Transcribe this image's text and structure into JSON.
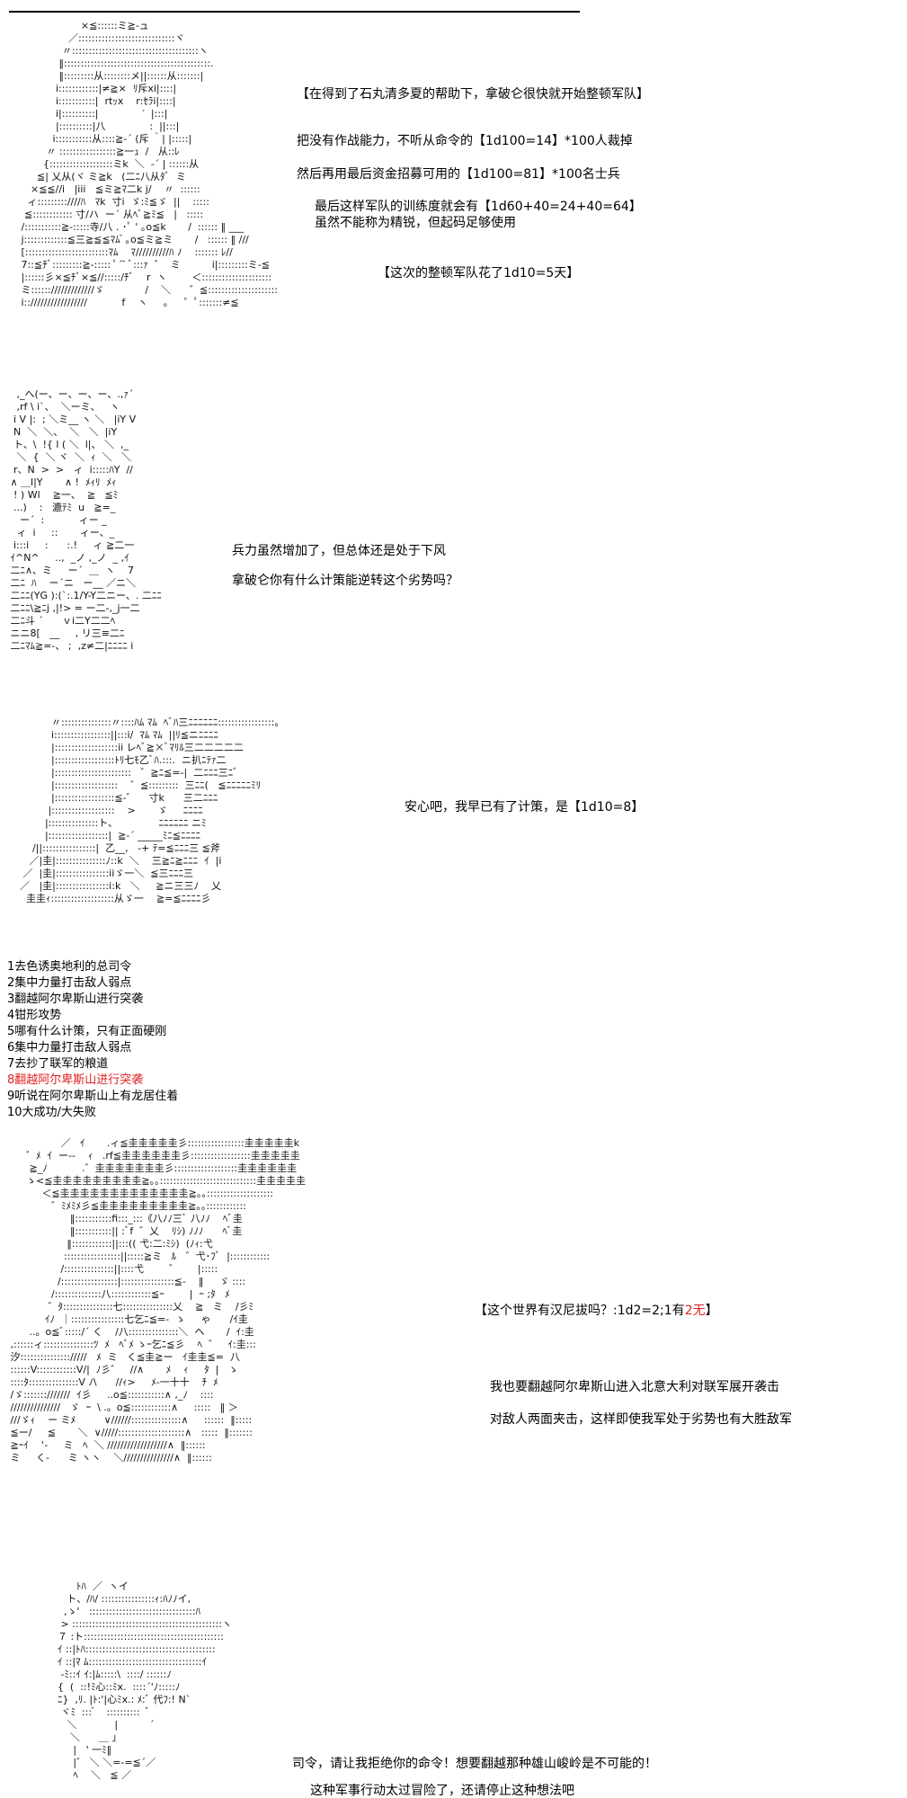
{
  "panel1": {
    "art": "                    ×≦::::::ミ≧-ュ\n                ／:::::::::::::::::::::::::::::ヾ\n              〃::::::::::::::::::::::::::::::::::::::ヽ\n             ‖::::::::::::::::::::::::::::::::::::::::::::.\n             ‖:::::::::从::::::::メ||::::::从:::::::|\n            i::::::::::::|≠≧×  ﾘ斥xi|::::|\n            i:::::::::::|  rtｯx    r:ｾﾗi|::::|\n            i|::::::::::|              ′  |:::|\n            |::::::::::|八              :  ||:::|\n           i:::::::::::从::::≧-´ (斥 ｀| |:::::|\n         〃 :::::::::::::::::≧一ｭ  /   从::ﾚ\n        {:::::::::::::::::::ミk  ＼  ‐´ | ::::::从\n      ≦| 乂从(ヾ ミ≧k   (二ﾆ八从ﾀﾞ  ミ\n    ×≦≦//i   |iii   ≦ミ≧ﾏ二k j/    〃  ::::::\n   ィ:::::::::////ﾊ   ﾏk  寸i  ゞ:ﾐ≦ゞ  ||    :::::\n  ≦:::::::::::: 寸/ハ  ー´ 从ﾍﾞ≧ﾐ≦   |   :::::\n /:::::::::::≧-:::::寺/八 . ･ﾟ ' ｡o≦k       /  :::::: ‖ ___\n j:::::::::::::≦三≧≦≦ﾏﾑ ゙ ｡o≦ミ≧ミ       /   :::::: ‖ ///\n [:::::::::::::::::::::::::ﾏﾑ    ﾏ//////////ﾊ ﾉ    ::::::: ﾚ//\n 7::≦ﾁﾞ:::::::::≧-::::: ﾟ´ ̄ ﾞ:::ｧ  ゛  ミ          i|:::::::::ミ-≦\n |::::::彡×≦ﾁﾞ×≦//:::::/ﾁﾞ    r  ヽ        ＜:::::::::::::::::::::\n ミ:::::://///////////ゞ             /    ＼      ゛≦:::::::::::::::::::::\n i:://///////////////           f    ヽ     ｡     ゜ﾟ:::::::≠≦",
    "lines": [
      "【在得到了石丸清多夏的帮助下，拿破仑很快就开始整顿军队】",
      "把没有作战能力，不听从命令的【1d100=14】*100人裁掉",
      "然后再用最后资金招募可用的【1d100=81】*100名士兵",
      "最后这样军队的训练度就会有【1d60+40=24+40=64】",
      "虽然不能称为精锐，但起码足够使用",
      "【这次的整顿军队花了1d10=5天】"
    ]
  },
  "panel2": {
    "art": "   ,_へ(ー、ー、ー、ー、.,ｧ´\n   ,rf \\ i`、  ＼ーミ、   ヽ\n  i V |:  ; ＼ミ__ ヽ ＼   |iY V\n  N  ＼  ＼、  ＼   ＼  |iY\n  ト、\\  !{ l ( ＼  l|、 ＼  ,_\n   ＼  {  ＼ ヾ  ＼  ｨ  ＼   ＼\n  r、N  >  >   ィ  i:::::ﾊY  //\n ∧ ＿l|Y       ∧ !  ﾒｨﾘ  ﾒｨ\n  ! ) Wl    ≧一、  ≧   ≦ﾐ\n  ...)    :   漉ﾃﾐ  u   ≧=_\n    ー´  :           ィー _\n   ィ  i     ::       ィー、_\n  i:::i     :      :.!     ィ ≧二一\n ｲ^N^     ..,  _ノ ,_ノ  _ ,ｲ\n 二ﾆ∧、ミ     ー´  ＿  ヽ    7\n 二ﾆ  ﾊ    ー´ニ   ー__ ／ニ＼\n 二ﾆﾆ(YG ):(`:.1/Y-Y二ニー、. 二ﾆﾆ\n 二ﾆﾆ\\≧ﾆj ,|!> = ー二-,_j一二\n 二ﾆ斗 ´      ｖi二Y二二ﾍ\n ニニ8[   __     , リ三≡二ﾆ\n 二ﾆﾏﾑ≧=-、 ;  ,z≠二|ﾆﾆﾆﾆ i",
    "lines": [
      "兵力虽然增加了，但总体还是处于下风",
      "拿破仑你有什么计策能逆转这个劣势吗？"
    ]
  },
  "panel3": {
    "art": "              〃:::::::::::::::〃::::ﾊﾑ ﾏﾑ  ﾍﾞﾊ三ﾆﾆﾆﾆﾆﾆ:::::::::::::::::。\n              i:::::::::::::::::||:::i/  ﾏﾑ ﾏﾑ  ||ﾘ≦ニﾆﾆﾆﾆ\n              |:::::::::::::::::::ii レﾍﾞ≧×ﾞﾏﾘﾙ三二二二二二\n              |::::::::::::::::::ﾄﾘ七ﾓ乙ﾞﾊ.:::.  ニ扒ﾆﾃｧ二\n              |:::::::::::::::::::::::   ゛≧ﾆ≦=-|  二ﾆﾆﾆ三ﾆﾞ\n              |:::::::::::::::::::    ゛≦:::::::::  三ﾆﾆ(   ≦ﾆﾆﾆﾆﾆﾐﾘ\n              |::::::::::::::::::≦-゛    寸k      三二ﾆﾆﾆ\n             |:::::::::::::::::::    >       ゞ     ﾆﾆﾆﾆ\n            |:::::::::::::::ト、             ﾆﾆﾆﾆﾆﾆ ニﾐ\n            |::::::::::::::::::|  ≧-´ _____ﾐﾆ≦ﾆﾆﾆﾆ\n        /||::::::::::::::::|  乙__,   -+ ﾃ=≦ﾆﾆﾆ三 ≦斧\n       ／|圭|:::::::::::::::ﾉ::k  ＼    三≧ﾆ≧ﾆﾆﾆ  ｲ  |i\n     ／  |圭|::::::::::::::::iiゞ一＼  ≦三ﾆﾆﾆ三  \n    ／   |圭|::::::::::::::::i:k   ＼     ≧ニ三三ﾉ    乂\n      圭圭ｨ:::::::::::::::::::从ゞ一    ≧=≦ﾆﾆﾆﾆ彡",
    "line": "安心吧，我早已有了计策，是【1d10=8】",
    "options": [
      "1去色诱奥地利的总司令",
      "2集中力量打击敌人弱点",
      "3翻越阿尔卑斯山进行突袭",
      "4钳形攻势",
      "5哪有什么计策，只有正面硬刚",
      "6集中力量打击敌人弱点",
      "7去抄了联军的粮道",
      "8翻越阿尔卑斯山进行突袭",
      "9听说在阿尔卑斯山上有龙居住着",
      "10大成功/大失败"
    ],
    "highlight_index": 7
  },
  "panel4": {
    "art": "                 ／   ｲ       .ィ≦圭圭圭圭圭彡:::::::::::::::::圭圭圭圭圭k\n      ゛ﾒ  ｲ  ー‐‐    ｨ   .rf≦圭圭圭圭圭圭彡::::::::::::::::::圭圭圭圭圭\n       ≧_ﾉ           .゛圭圭圭圭圭圭圭彡:::::::::::::::::::圭圭圭圭圭圭\n      ゝ<≦圭圭圭圭圭圭圭圭圭≧｡｡:::::::::::::::::::::::::::::圭圭圭圭圭\n           ＜≦圭圭圭圭圭圭圭圭圭圭圭圭圭≧｡｡::::::::::::::::::::\n              ゛ﾐﾒﾐﾒ彡≦圭圭圭圭圭圭圭圭圭≧｡｡::::::::::::\n                    ‖:::::::::::fi:::_:::《八ﾉﾉ三ﾞ 八ﾉﾉ    ﾍﾞ圭\n                    ‖:::::::::::|| :ﾞf  ゛乂    ﾘｼ) ﾉﾉﾉ      ﾍﾞ圭\n                   ‖::::::::::::||:::(( 弋:二:ﾐｼ)  (ﾉｨ:弋\n                  :::::::::::::::::||:::::≧ミ   ﾙ   ゛弋･ﾌﾞ  |::::::::::::\n                 /:::::::::::::::||::::弋        ゛      |:::::\n                /:::::::::::::::::|::::::::::::::::≦-    ‖     ゞ ::::\n              /::::::::::::::八::::::::::::≦ｰ        |  ｰ ;ﾀ   ﾒ\n             ゛ﾀ:::::::::::::::七:::::::::::::::乂    ≧   ミ    /彡ﾐ\n            ｲﾉ  ｜::::::::::::::::七乞ﾆ≦=‐  ゝ     ゃ      /ｲ圭\n       ..。o≦ﾞ:::::/´ く    /八:::::::::::::::＼  ヘ       /  ｲ:圭\n ,::::::ィ:::::::::::::::ﾂ  ﾒ   ﾍﾞﾒ ゝｰ乞ﾆ≦彡    ﾍ  ゛   ｲ:圭:::\n 汐::::::::::::::://///   ﾒ  ミ   く≦圭≧ー   ｲ圭圭≦=  八\n ::::::V::::::::::::V/|  ﾉ彡゛   //∧       ﾒ    ｨ     ﾀ  |   ゝ\n ::::ﾀ:::::::::::::::V ﾉ\\      //ｨ>     ﾒ-一十十    ﾁ  ﾒ\n /ゞ:::::::///////  ｲ彡     ..o≦:::::::::::∧ ,_ﾉ    ::::\n ///////////////   ゞ  ｰ  \\ .。o≦::::::::::::∧     :::::   ‖ ＞\n ///ゞｨ    ー ミﾒ         ∨//////:::::::::::::::∧     ::::::  ‖:::::\n ≦ー/     ≦       ＼  ∨/////::::::::::::::::::::∧   :::::  ‖:::::::\n ≧ｰｲ    ‘‐     ミ   ﾍ  ＼ //////////////////∧  ‖::::::\n ミ     く-      ミ ヽヽ    ＼///////////////∧  ‖::::::",
    "lines": [
      "我也要翻越阿尔卑斯山进入北意大利对联军展开袭击",
      "对敌人两面夹击，这样即使我军处于劣势也有大胜敌军"
    ],
    "question_prefix": "【这个世界有汉尼拔吗？:1d2=2;1有",
    "question_red": "2无",
    "question_suffix": "】"
  },
  "panel5": {
    "art": "                      ﾄﾊ  ／  ヽイ\n                   ト、/ﾊ/ ::::::::::::::::ｨ:ﾊﾉﾉイ,\n                  ,ゝ'   ::::::::::::::::::::::::::::::::ﾊ\n                 > :::::::::::::::::::::::::::::::::::::::::::::ヽ\n                ７ :ト::::::::::::::::::::::::::::::::::::::::::\n                ｲ ::|ﾄﾊ:::::::::::::::::::::::::::::::::::::::\n                ｲ ::|ﾏ ﾑ::::::::::::::::::::::::::::::::::ｲ\n                 -ﾐ::ｲ ｲ:|ﾑ:::::\\  ::::/ ::::::ﾉ\n                {  (  ::!ﾐ心::ﾐx.  ::::´'ﾉ:::::ﾉ\n                ﾆ}  ,ﾘ. |ﾄ:'|心ﾐx.: ﾒ:ﾞ 代ﾌ:! N`\n                 ヾﾐ  ::: ゙    ::::::::::  ﾞ\n                   ＼            |          ´\n                    ＼      ＿ 」\n                     |   ' 一ﾐ‖\n                     |゛ ＼ ＼=-=≦´／\n                     ﾍ    ＼   ≦ ／",
    "lines": [
      "司令，请让我拒绝你的命令！想要翻越那种雄山峻岭是不可能的！",
      "这种军事行动太过冒险了，还请停止这种想法吧"
    ]
  }
}
